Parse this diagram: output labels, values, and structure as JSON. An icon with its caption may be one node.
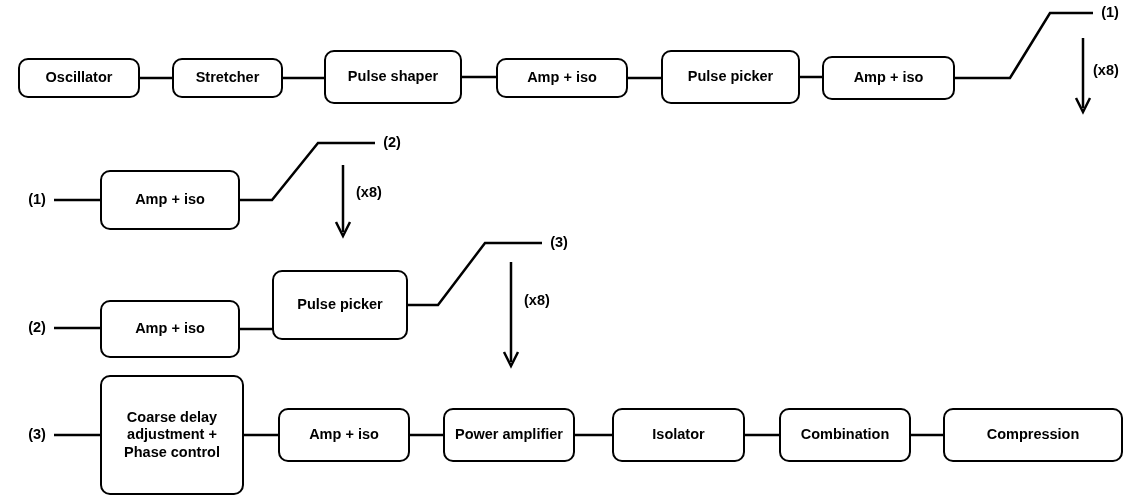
{
  "diagram": {
    "nodes": [
      {
        "text": [
          "Oscillator"
        ]
      },
      {
        "text": [
          "Stretcher"
        ]
      },
      {
        "text": [
          "Pulse shaper"
        ]
      },
      {
        "text": [
          "Amp + iso"
        ]
      },
      {
        "text": [
          "Pulse picker"
        ]
      },
      {
        "text": [
          "Amp + iso"
        ]
      },
      {
        "text": [
          "(1)"
        ]
      },
      {
        "text": [
          "(1)"
        ]
      },
      {
        "text": [
          "Amp + iso"
        ]
      },
      {
        "text": [
          "(2)"
        ]
      },
      {
        "text": [
          "(2)"
        ]
      },
      {
        "text": [
          "Amp + iso"
        ]
      },
      {
        "text": [
          "Pulse picker"
        ]
      },
      {
        "text": [
          "(3)"
        ]
      },
      {
        "text": [
          "(3)"
        ]
      },
      {
        "text": [
          "Coarse delay adjustment + Phase control"
        ]
      },
      {
        "text": [
          "Amp + iso"
        ]
      },
      {
        "text": [
          "Power amplifier"
        ]
      },
      {
        "text": [
          "Isolator"
        ]
      },
      {
        "text": [
          "Combination"
        ]
      },
      {
        "text": [
          "Compression"
        ]
      }
    ],
    "edges": [
      {
        "from": 0,
        "to": 1,
        "arrow": "none"
      },
      {
        "from": 1,
        "to": 2,
        "arrow": "none"
      },
      {
        "from": 2,
        "to": 3,
        "arrow": "none"
      },
      {
        "from": 3,
        "to": 4,
        "arrow": "none"
      },
      {
        "from": 4,
        "to": 5,
        "arrow": "none"
      },
      {
        "from": 5,
        "to": 6,
        "arrow": "none"
      },
      {
        "from": 7,
        "to": 8,
        "arrow": "none"
      },
      {
        "from": 8,
        "to": 9,
        "arrow": "none"
      },
      {
        "from": 10,
        "to": 11,
        "arrow": "none"
      },
      {
        "from": 11,
        "to": 12,
        "arrow": "none"
      },
      {
        "from": 12,
        "to": 13,
        "arrow": "none"
      },
      {
        "from": 14,
        "to": 15,
        "arrow": "none"
      },
      {
        "from": 15,
        "to": 16,
        "arrow": "none"
      },
      {
        "from": 16,
        "to": 17,
        "arrow": "none"
      },
      {
        "from": 17,
        "to": 18,
        "arrow": "none"
      },
      {
        "from": 18,
        "to": 19,
        "arrow": "none"
      },
      {
        "from": 19,
        "to": 20,
        "arrow": "none"
      }
    ],
    "labels": [
      "(x8)",
      "(x8)",
      "(x8)"
    ]
  }
}
